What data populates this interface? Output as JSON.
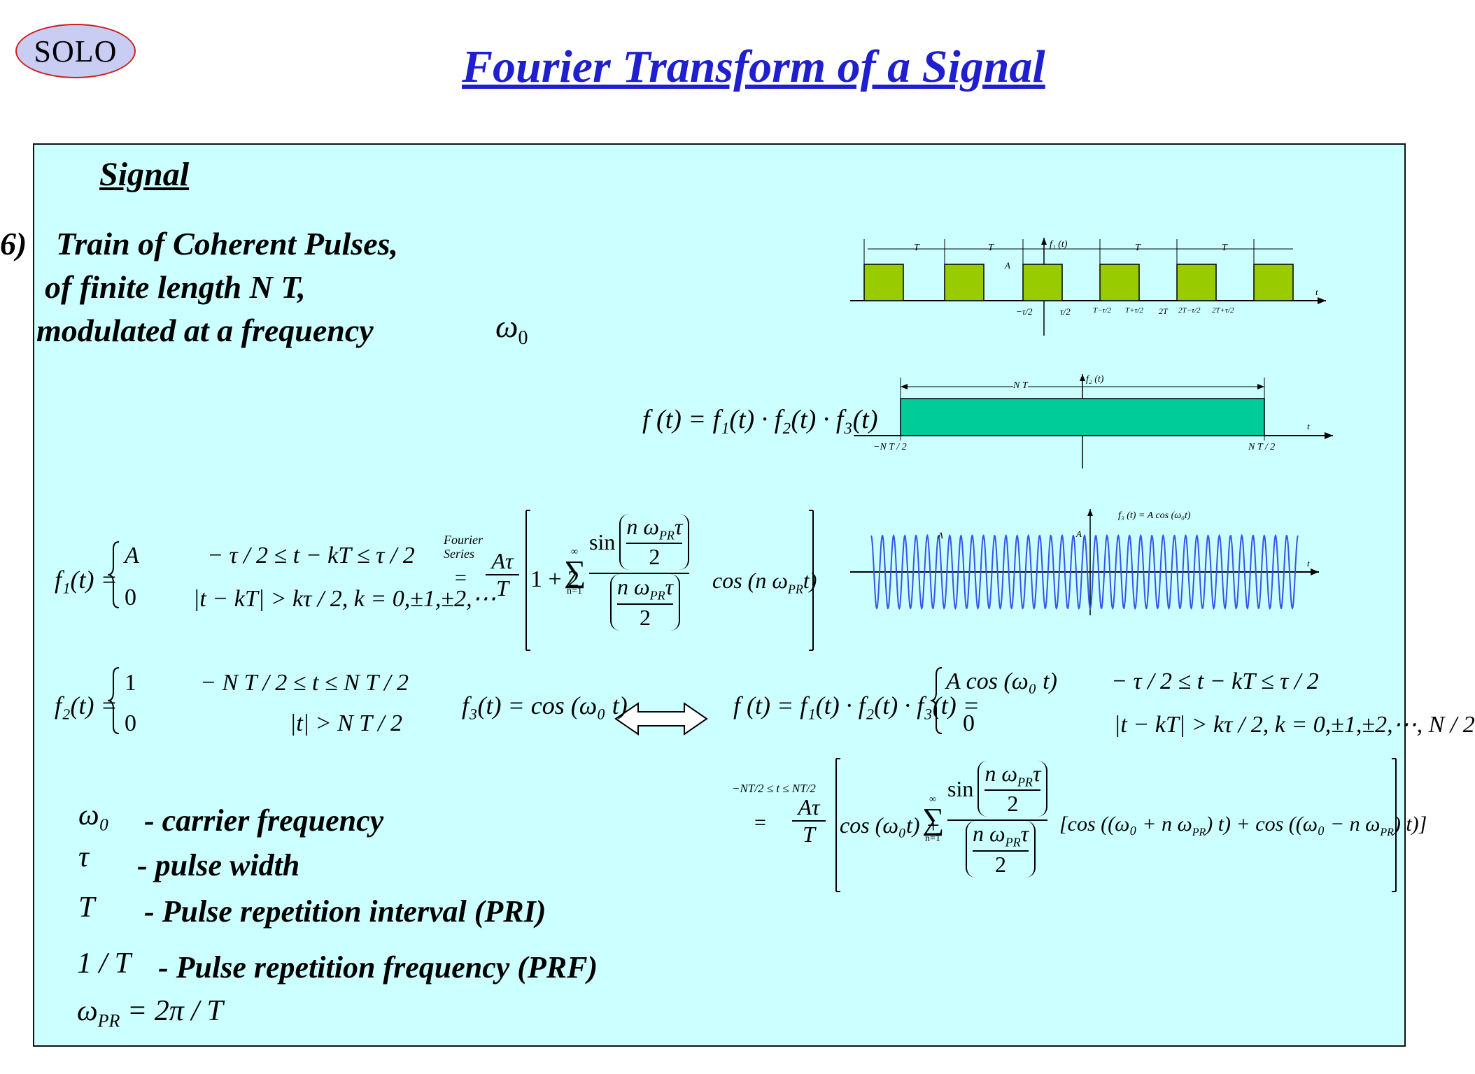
{
  "header": {
    "logo": "SOLO",
    "title": "Fourier Transform of a Signal"
  },
  "section": {
    "heading": "Signal"
  },
  "item": {
    "number": "6)",
    "line1": "Train of Coherent Pulses,",
    "line2": "of finite length N T,",
    "line3": "modulated at a frequency",
    "omega0": "ω",
    "omega0_sub": "0"
  },
  "graphs": {
    "f1": {
      "label": "f₁ (t)",
      "period": "T",
      "amp": "A",
      "t": "t",
      "ticks": [
        "−τ/2",
        "τ/2",
        "T−τ/2",
        "T+τ/2",
        "2T",
        "2T−τ/2",
        "2T+τ/2"
      ]
    },
    "f2": {
      "label": "f₂ (t)",
      "width": "N T",
      "left": "−N T / 2",
      "right": "N T / 2",
      "t": "t"
    },
    "f3": {
      "label": "f₃ (t) = A cos (ω₀t)",
      "amp": "A",
      "t": "t"
    }
  },
  "equations": {
    "product": "f (t) = f₁(t) · f₂(t) · f₃(t)",
    "f1_lhs": "f₁(t) =",
    "f1_case1_val": "A",
    "f1_case1_cond": "− τ / 2 ≤ t − kT ≤ τ / 2",
    "f1_case2_val": "0",
    "f1_case2_cond": "|t − kT| > kτ / 2,  k = 0,±1,±2,⋯",
    "fourier_label1": "Fourier",
    "fourier_label2": "Series",
    "eq": "=",
    "series_coef_num": "Aτ",
    "series_coef_den": "T",
    "series_one": "1 + 2",
    "sum_top": "∞",
    "sum_bottom": "n=1",
    "sin": "sin",
    "npr_tau": "n ω",
    "pr": "PR",
    "tau": "τ",
    "two": "2",
    "cos_npr": "cos (n ω",
    "pr_t": "t)",
    "f2_lhs": "f₂(t) =",
    "f2_case1_val": "1",
    "f2_case1_cond": "− N T / 2 ≤ t ≤ N T / 2",
    "f2_case2_val": "0",
    "f2_case2_cond": "|t| > N T / 2",
    "f3_def": "f₃(t) = cos (ω₀ t)",
    "f_product_lhs": "f (t) = f₁(t) · f₂(t) · f₃(t) =",
    "f_case1_val": "A  cos  (ω₀ t)",
    "f_case1_cond": "− τ / 2 ≤ t − kT ≤ τ / 2",
    "f_case2_val": "0",
    "f_case2_cond": "|t − kT| > kτ / 2,  k = 0,±1,±2,⋯, N / 2",
    "range_cond": "−NT/2 ≤ t ≤ NT/2",
    "cos_w0": "cos (ω₀t) +",
    "cos_sum": "[cos ((ω₀ + n ω",
    "cos_sum2": ") t) + cos ((ω₀ − n ω",
    "cos_sum3": ") t)]"
  },
  "definitions": [
    {
      "symbol": "ω₀",
      "text": "- carrier frequency"
    },
    {
      "symbol": "τ",
      "text": "- pulse width"
    },
    {
      "symbol": "T",
      "text": "- Pulse repetition interval (PRI)"
    },
    {
      "symbol": "1 / T",
      "text": "- Pulse repetition frequency (PRF)"
    },
    {
      "symbol": "ω_PR = 2π / T",
      "text": ""
    }
  ],
  "defs_render": {
    "wpr_w": "ω",
    "wpr_sub": "PR",
    "wpr_rest": " = 2π / T"
  },
  "colors": {
    "panel": "#ccffff",
    "pulse": "#99cc00",
    "gate": "#00cc99",
    "wave": "#3355ee",
    "title": "#1f1fd0"
  }
}
